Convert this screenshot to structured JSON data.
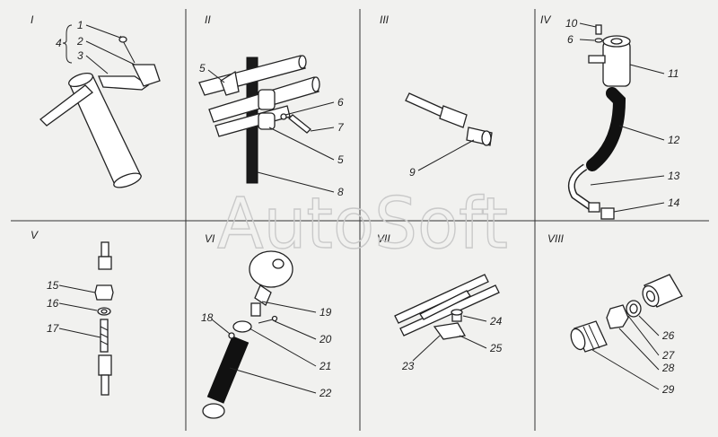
{
  "panels": [
    {
      "roman": "I",
      "labels": [
        "1",
        "2",
        "3",
        "4"
      ]
    },
    {
      "roman": "II",
      "labels": [
        "5",
        "6",
        "7",
        "5",
        "8"
      ]
    },
    {
      "roman": "III",
      "labels": [
        "9"
      ]
    },
    {
      "roman": "IV",
      "labels": [
        "10",
        "6",
        "11",
        "12",
        "13",
        "14"
      ]
    },
    {
      "roman": "V",
      "labels": [
        "15",
        "16",
        "17"
      ]
    },
    {
      "roman": "VI",
      "labels": [
        "18",
        "19",
        "20",
        "21",
        "22"
      ]
    },
    {
      "roman": "VII",
      "labels": [
        "24",
        "25",
        "23"
      ]
    },
    {
      "roman": "VIII",
      "labels": [
        "26",
        "27",
        "28",
        "29"
      ]
    }
  ],
  "watermark": "AutoSoft"
}
